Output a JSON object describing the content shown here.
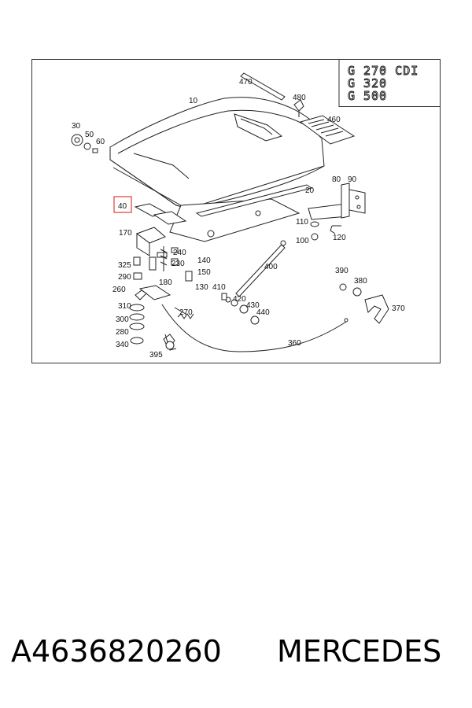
{
  "diagram": {
    "model_badges": [
      "G 270 CDI",
      "G 320",
      "G 500"
    ],
    "highlighted_part": "40",
    "callouts": [
      "470",
      "480",
      "460",
      "10",
      "30",
      "50",
      "60",
      "20",
      "40",
      "80",
      "90",
      "110",
      "100",
      "120",
      "170",
      "240",
      "230",
      "140",
      "150",
      "325",
      "290",
      "180",
      "400",
      "390",
      "380",
      "260",
      "130",
      "410",
      "420",
      "430",
      "440",
      "370",
      "310",
      "270",
      "300",
      "280",
      "340",
      "395",
      "360"
    ]
  },
  "caption": {
    "part_number": "A4636820260",
    "brand": "MERCEDES"
  },
  "colors": {
    "frame": "#333333",
    "highlight": "#e33b3b",
    "ink": "#222222"
  }
}
